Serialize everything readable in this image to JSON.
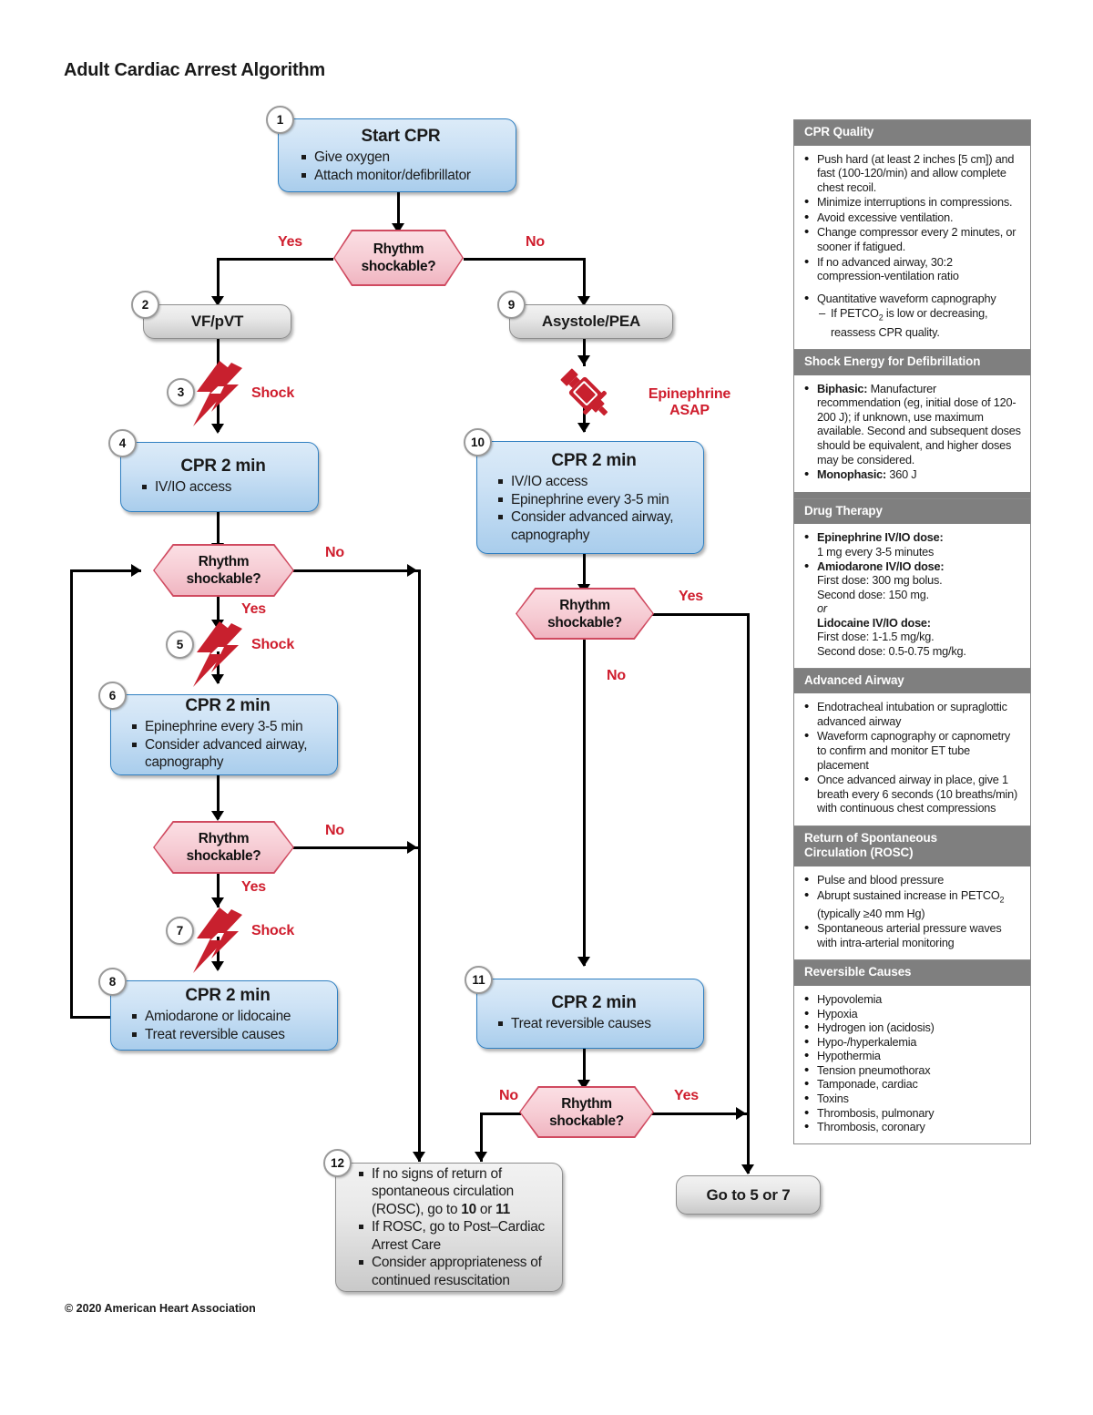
{
  "page": {
    "title": "Adult Cardiac Arrest Algorithm",
    "copyright": "© 2020 American Heart Association"
  },
  "colors": {
    "blue_fill": "#cde2f5",
    "blue_border": "#2f7fc1",
    "gray_fill": "#e8e8e8",
    "gray_border": "#8d8d8d",
    "pink_fill": "#f6cbd3",
    "pink_border": "#d04a60",
    "red_accent": "#cf1d2d",
    "panel_header": "#7f7f7f"
  },
  "nodes": {
    "n1": {
      "number": "1",
      "title": "Start CPR",
      "items": [
        "Give oxygen",
        "Attach monitor/defibrillator"
      ]
    },
    "n2": {
      "number": "2",
      "title": "VF/pVT"
    },
    "n3": {
      "number": "3",
      "label": "Shock",
      "icon": "lightning-bolt-icon"
    },
    "n4": {
      "number": "4",
      "title": "CPR 2 min",
      "items": [
        "IV/IO access"
      ]
    },
    "n5": {
      "number": "5",
      "label": "Shock",
      "icon": "lightning-bolt-icon"
    },
    "n6": {
      "number": "6",
      "title": "CPR 2 min",
      "items": [
        "Epinephrine every 3-5 min",
        "Consider advanced airway, capnography"
      ]
    },
    "n7": {
      "number": "7",
      "label": "Shock",
      "icon": "lightning-bolt-icon"
    },
    "n8": {
      "number": "8",
      "title": "CPR 2 min",
      "items": [
        "Amiodarone or lidocaine",
        "Treat reversible causes"
      ]
    },
    "n9": {
      "number": "9",
      "title": "Asystole/PEA"
    },
    "n10icon": {
      "label_line1": "Epinephrine",
      "label_line2": "ASAP",
      "icon": "syringe-icon"
    },
    "n10": {
      "number": "10",
      "title": "CPR 2 min",
      "items": [
        "IV/IO access",
        "Epinephrine every 3-5 min",
        "Consider advanced airway, capnography"
      ]
    },
    "n11": {
      "number": "11",
      "title": "CPR 2 min",
      "items": [
        "Treat reversible causes"
      ]
    },
    "n12": {
      "number": "12",
      "item1_a": "If no signs of return of spontaneous circulation (ROSC), go to ",
      "item1_b": "10",
      "item1_c": " or ",
      "item1_d": "11",
      "item2": "If ROSC, go to Post–Cardiac Arrest Care",
      "item3": "Consider appropriateness of continued resuscitation"
    },
    "goto": {
      "label": "Go to 5 or 7"
    }
  },
  "decisions": {
    "d1": {
      "text1": "Rhythm",
      "text2": "shockable?",
      "yes": "Yes",
      "no": "No"
    },
    "d4": {
      "text1": "Rhythm",
      "text2": "shockable?",
      "yes": "Yes",
      "no": "No"
    },
    "d6": {
      "text1": "Rhythm",
      "text2": "shockable?",
      "yes": "Yes",
      "no": "No"
    },
    "d10": {
      "text1": "Rhythm",
      "text2": "shockable?",
      "yes": "Yes",
      "no": "No"
    },
    "d11": {
      "text1": "Rhythm",
      "text2": "shockable?",
      "yes": "Yes",
      "no": "No"
    }
  },
  "sidebar": {
    "cpr_quality": {
      "heading": "CPR Quality",
      "items": [
        "Push hard (at least 2 inches [5 cm]) and fast (100-120/min) and allow complete chest recoil.",
        "Minimize interruptions in compressions.",
        "Avoid excessive ventilation.",
        "Change compressor every 2 minutes, or sooner if fatigued.",
        "If no advanced airway, 30:2 compression-ventilation ratio",
        "Quantitative waveform capnography"
      ],
      "sub_item": "If PETCO2 is low or decreasing, reassess CPR quality."
    },
    "shock_energy": {
      "heading": "Shock Energy for Defibrillation",
      "item1_bold": "Biphasic:",
      "item1_rest": " Manufacturer recommendation (eg, initial dose of 120-200 J); if unknown, use maximum available. Second and subsequent doses should be equivalent, and higher doses may be considered.",
      "item2_bold": "Monophasic:",
      "item2_rest": " 360 J"
    },
    "drug_therapy": {
      "heading": "Drug Therapy",
      "epi_bold": "Epinephrine IV/IO dose:",
      "epi_rest": "1 mg every 3-5 minutes",
      "amio_bold": "Amiodarone IV/IO dose:",
      "amio_l1": "First dose: 300 mg bolus.",
      "amio_l2": "Second dose: 150 mg.",
      "or": "or",
      "lido_bold": "Lidocaine IV/IO dose:",
      "lido_l1": "First dose: 1-1.5 mg/kg.",
      "lido_l2": "Second dose: 0.5-0.75 mg/kg."
    },
    "advanced_airway": {
      "heading": "Advanced Airway",
      "items": [
        "Endotracheal intubation or supraglottic advanced airway",
        "Waveform capnography or capnometry to confirm and monitor ET tube placement",
        "Once advanced airway in place, give 1 breath every 6 seconds (10 breaths/min) with continuous chest compressions"
      ]
    },
    "rosc": {
      "heading_l1": "Return of Spontaneous",
      "heading_l2": "Circulation (ROSC)",
      "item1": "Pulse and blood pressure",
      "item2_a": "Abrupt sustained increase in PETCO",
      "item2_sub": "2",
      "item2_b": " (typically ≥40 mm Hg)",
      "item3": "Spontaneous arterial pressure waves with intra-arterial monitoring"
    },
    "reversible_causes": {
      "heading": "Reversible Causes",
      "items": [
        "Hypovolemia",
        "Hypoxia",
        "Hydrogen ion (acidosis)",
        "Hypo-/hyperkalemia",
        "Hypothermia",
        "Tension pneumothorax",
        "Tamponade, cardiac",
        "Toxins",
        "Thrombosis, pulmonary",
        "Thrombosis, coronary"
      ]
    }
  }
}
